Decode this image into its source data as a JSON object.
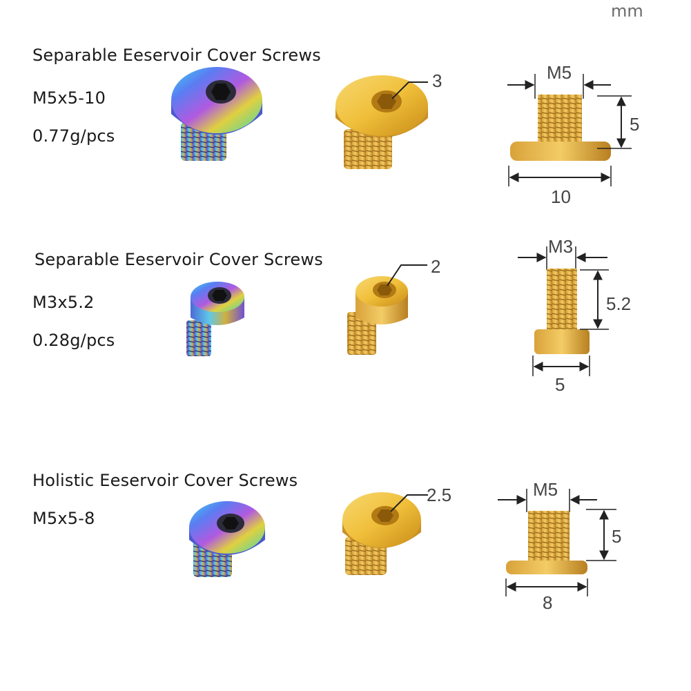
{
  "unit": "mm",
  "products": [
    {
      "title": "Separable Eeservoir Cover Screws",
      "spec": "M5x5-10",
      "weight": "0.77g/pcs",
      "hex_label": "3",
      "dim_thread": "M5",
      "dim_length": "5",
      "dim_head": "10"
    },
    {
      "title": "Separable Eeservoir Cover Screws",
      "spec": "M3x5.2",
      "weight": "0.28g/pcs",
      "hex_label": "2",
      "dim_thread": "M3",
      "dim_length": "5.2",
      "dim_head": "5"
    },
    {
      "title": "Holistic Eeservoir Cover Screws",
      "spec": "M5x5-8",
      "hex_label": "2.5",
      "dim_thread": "M5",
      "dim_length": "5",
      "dim_head": "8"
    }
  ]
}
